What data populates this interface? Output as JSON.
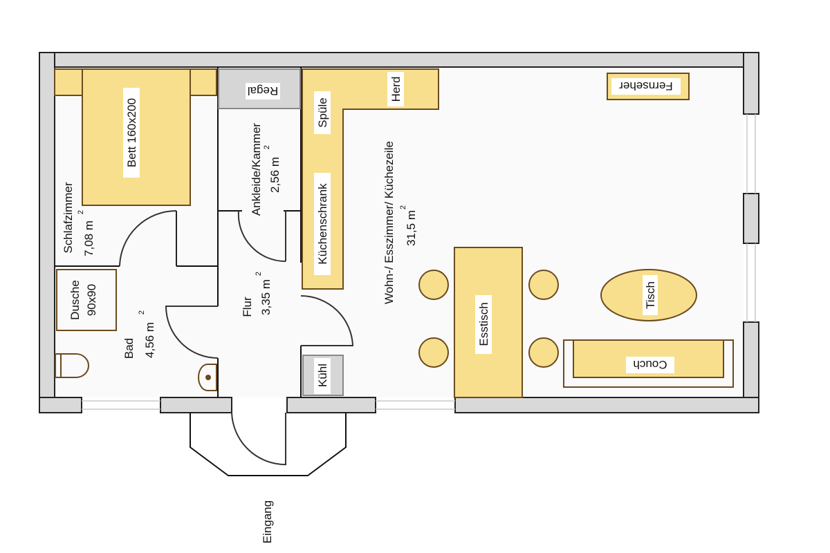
{
  "rooms": {
    "schlafzimmer": {
      "name": "Schlafzimmer",
      "area": "7,08 m",
      "unit_exp": "2"
    },
    "ankleide": {
      "name": "Ankleide/Kammer",
      "area": "2,56 m",
      "unit_exp": "2"
    },
    "flur": {
      "name": "Flur",
      "area": "3,35 m",
      "unit_exp": "2"
    },
    "bad": {
      "name": "Bad",
      "area": "4,56 m",
      "unit_exp": "2"
    },
    "wohn": {
      "name": "Wohn-/ Esszimmer/ Küchezeile",
      "area": "31,5 m",
      "unit_exp": "2"
    }
  },
  "furniture": {
    "bett": "Bett 160x200",
    "regal": "Regal",
    "spuele": "Spüle",
    "herd": "Herd",
    "kuechenschrank": "Küchenschrank",
    "dusche_1": "Dusche",
    "dusche_2": "90x90",
    "kuehl": "Kühl",
    "esstisch": "Esstisch",
    "tisch": "Tisch",
    "couch": "Couch",
    "fernseher": "Fernseher"
  },
  "entrance": "Eingang",
  "colors": {
    "wall": "#d9d9d9",
    "wall_stroke": "#222222",
    "furniture_fill": "#f7df8e",
    "furniture_stroke": "#6b4a1e",
    "gray_fill": "#d6d6d6",
    "floor": "#fafafa"
  }
}
